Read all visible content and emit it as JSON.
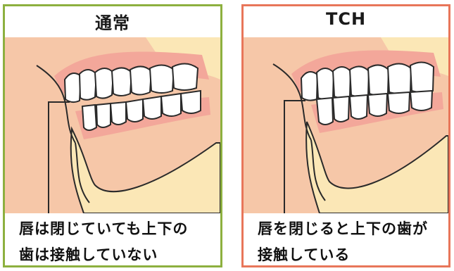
{
  "colors": {
    "normal_border": "#8db03f",
    "tch_border": "#e8765a",
    "skin": "#f6c7a8",
    "gum": "#f3a79a",
    "jaw_fill": "#fbe7b6",
    "tooth": "#ffffff",
    "outline": "#2a2a2a"
  },
  "panels": [
    {
      "title": "通常",
      "caption_line1": "唇は閉じていても上下の",
      "caption_line2": "歯は接触していない"
    },
    {
      "title": "TCH",
      "caption_line1": "唇を閉じると上下の歯が",
      "caption_line2": "接触している"
    }
  ]
}
